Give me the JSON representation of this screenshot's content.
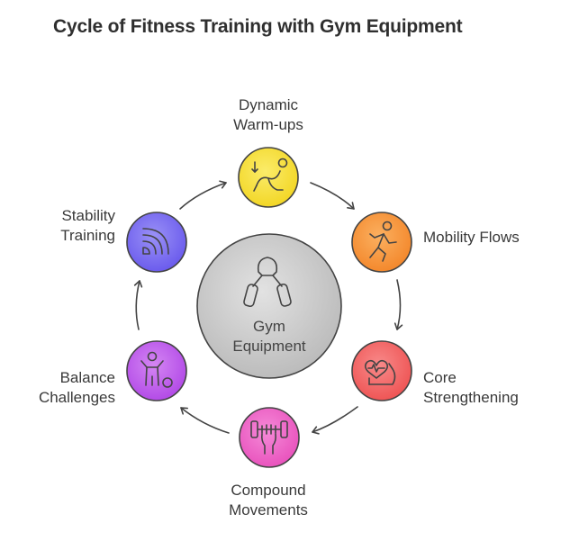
{
  "title": "Cycle of Fitness Training with Gym Equipment",
  "center": {
    "line1": "Gym",
    "line2": "Equipment"
  },
  "steps": [
    {
      "line1": "Dynamic",
      "line2": "Warm-ups",
      "icon": "stretch-icon",
      "color": "#f5df3a"
    },
    {
      "line1": "Mobility Flows",
      "line2": "",
      "icon": "running-icon",
      "color": "#f7963a"
    },
    {
      "line1": "Core",
      "line2": "Strengthening",
      "icon": "arm-heart-icon",
      "color": "#f26464"
    },
    {
      "line1": "Compound",
      "line2": "Movements",
      "icon": "dumbbell-hand-icon",
      "color": "#ee63c6"
    },
    {
      "line1": "Balance",
      "line2": "Challenges",
      "icon": "child-ball-icon",
      "color": "#bf5cec"
    },
    {
      "line1": "Stability",
      "line2": "Training",
      "icon": "wifi-curves-icon",
      "color": "#7b6ff0"
    }
  ]
}
